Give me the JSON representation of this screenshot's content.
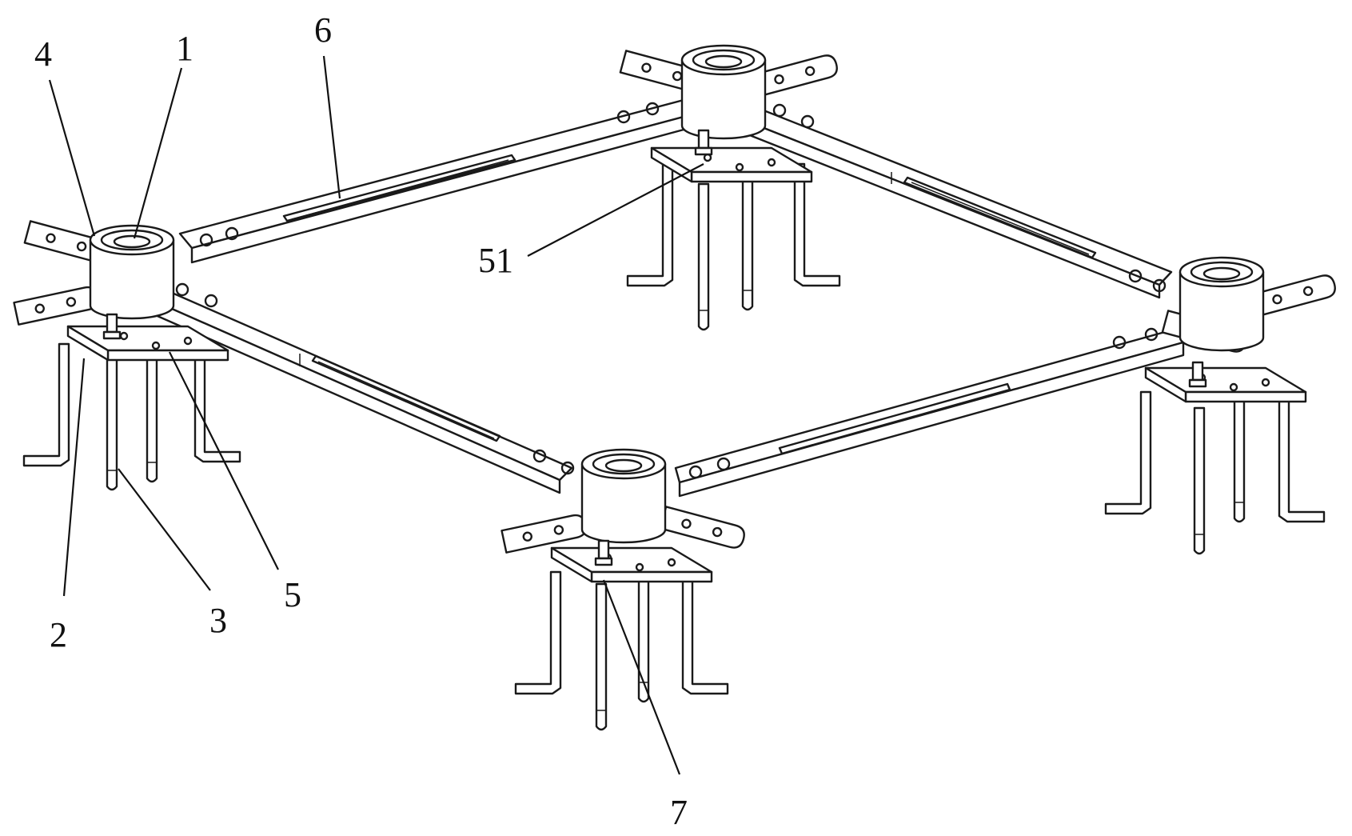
{
  "figure": {
    "labels": {
      "l1": "1",
      "l2": "2",
      "l3": "3",
      "l4": "4",
      "l5": "5",
      "l6": "6",
      "l7": "7",
      "l51": "51"
    }
  }
}
